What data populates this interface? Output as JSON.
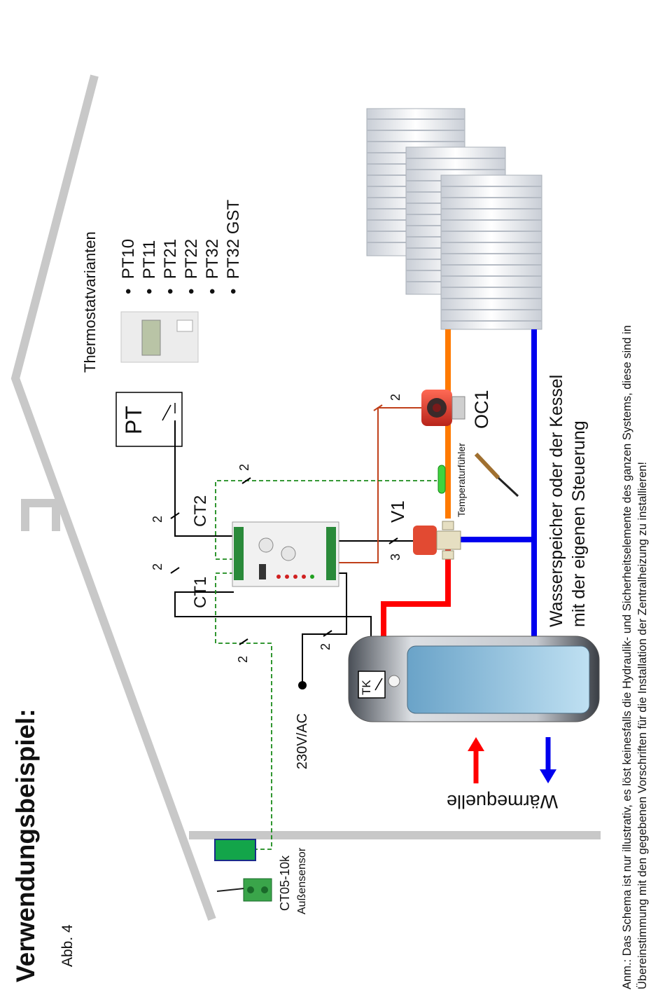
{
  "title": "Verwendungsbeispiel:",
  "figure_label": "Abb. 4",
  "thermostat_heading": "Thermostatvarianten",
  "thermostat_variants": [
    "PT10",
    "PT11",
    "PT21",
    "PT22",
    "PT32",
    "PT32 GST"
  ],
  "pt_label": "PT",
  "ct1_label": "CT1",
  "ct2_label": "CT2",
  "v1_label": "V1",
  "oc1_label": "OC1",
  "tk_label": "TK",
  "power_label": "230V/AC",
  "temp_sensor_label": "Temperaturfühler",
  "outdoor_sensor_model": "CT05-10k",
  "outdoor_sensor_label": "Außensensor",
  "heat_source_label": "Wärmequelle",
  "storage_line1": "Wasserspeicher oder der Kessel",
  "storage_line2": "mit der eigenen Steuerung",
  "wire_counts": {
    "pt": "2",
    "ct1": "2",
    "ct2": "2",
    "v1": "3",
    "oc1": "2",
    "power": "2",
    "sensor_bus": "2",
    "outdoor": "2"
  },
  "note_line1": "Anm.: Das Schema ist nur illustrativ, es löst keinesfalls die Hydraulik- und Sicherheitselemente des ganzen Systems, diese sind in",
  "note_line2": "Übereinstimmung mit den gegebenen Vorschriften für die Installation der Zentralheizung zu installieren!",
  "colors": {
    "house": "#c8c8c8",
    "supply": "#ff0000",
    "return": "#0000ee",
    "radiator_supply": "#ff7a00",
    "sensor_wire": "#1a8a1a",
    "pump_wire": "#c0401a",
    "wire": "#000000",
    "sensor_box": "#13a54a",
    "pump": "#e23a2a"
  }
}
